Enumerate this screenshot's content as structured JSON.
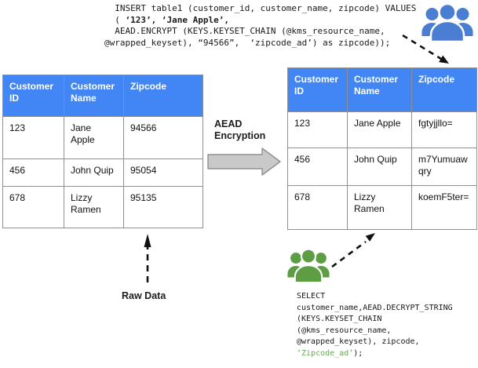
{
  "insert_query": {
    "line1": "  INSERT table1 (customer_id, customer_name, zipcode) VALUES",
    "line2_pre": "  ( ",
    "line2_bold": "‘123’, ‘Jane Apple’,",
    "line3": "  AEAD.ENCRYPT (KEYS.KEYSET_CHAIN (@kms_resource_name,",
    "line4": "@wrapped_keyset), “94566”,  ‘zipcode_ad’) as zipcode));"
  },
  "select_query": {
    "line1": "SELECT",
    "line2": "customer_name,AEAD.DECRYPT_STRING",
    "line3": "(KEYS.KEYSET_CHAIN",
    "line4": "(@kms_resource_name,",
    "line5": "@wrapped_keyset), zipcode,",
    "line6_green": "‘Zipcode_ad’",
    "line6_end": ");"
  },
  "labels": {
    "encryption": "AEAD Encryption",
    "raw_data": "Raw Data"
  },
  "raw_table": {
    "headers": [
      "Customer ID",
      "Customer Name",
      "Zipcode"
    ],
    "rows": [
      {
        "id": "123",
        "name": "Jane Apple",
        "zipcode": "94566"
      },
      {
        "id": "456",
        "name": "John Quip",
        "zipcode": "95054"
      },
      {
        "id": "678",
        "name": "Lizzy Ramen",
        "zipcode": "95135"
      }
    ]
  },
  "encrypted_table": {
    "headers": [
      "Customer ID",
      "Customer Name",
      "Zipcode"
    ],
    "rows": [
      {
        "id": "123",
        "name": "Jane Apple",
        "zipcode": "fgtyjjllo="
      },
      {
        "id": "456",
        "name": "John Quip",
        "zipcode": "m7Yumuawqry"
      },
      {
        "id": "678",
        "name": "Lizzy Ramen",
        "zipcode": "koemF5ter="
      }
    ]
  },
  "icons": {
    "insert_users": "users-group",
    "select_users": "users-group"
  },
  "colors": {
    "table_header_blue": "#4285f4",
    "users_icon_blue": "#4a7ed2",
    "users_icon_green": "#5d9e44",
    "keyword_green": "#6aa84f",
    "block_arrow_gray": "#c9c9c9",
    "block_arrow_outline": "#8f8f8f",
    "dashed_arrow_black": "#111111"
  }
}
